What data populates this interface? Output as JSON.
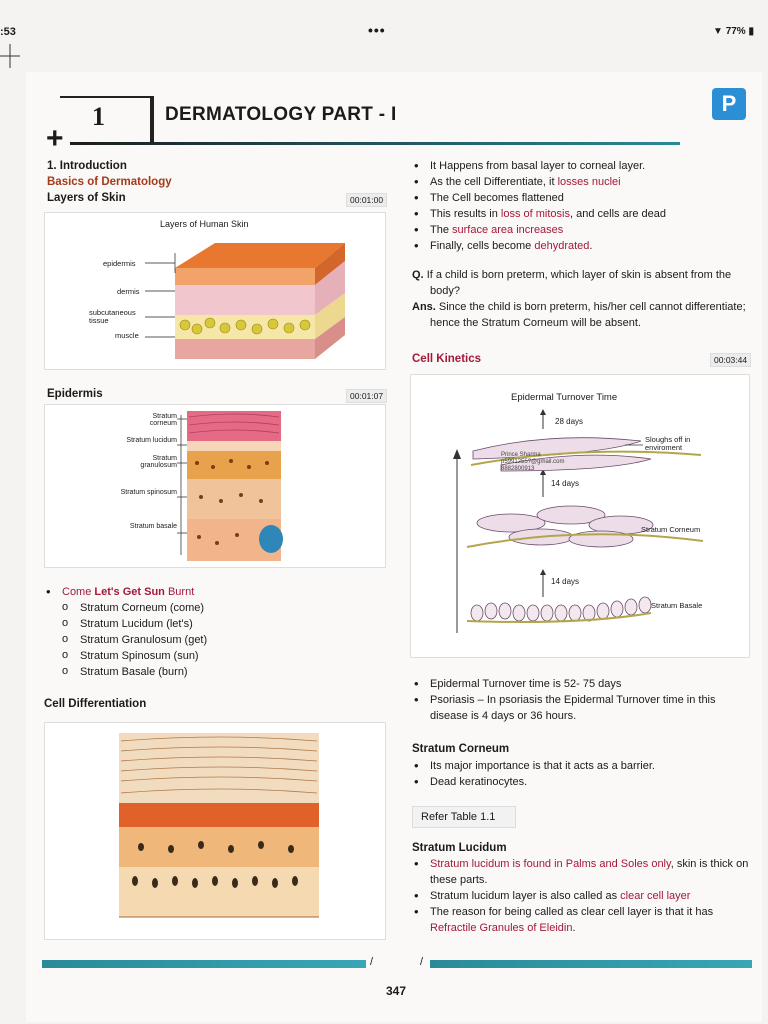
{
  "status": {
    "time": ":53",
    "dots": "•••",
    "battery": "77%"
  },
  "header": {
    "chapter_number": "1",
    "chapter_title": "DERMATOLOGY PART - I",
    "logo_letter": "P"
  },
  "left": {
    "intro": "1. Introduction",
    "basics": "Basics of Dermatology",
    "layers_title": "Layers of Skin",
    "layers_time": "00:01:00",
    "fig1": {
      "caption": "Layers of Human Skin",
      "labels": {
        "epidermis": "epidermis",
        "dermis": "dermis",
        "subcutaneous": "subcutaneous tissue",
        "muscle": "muscle"
      }
    },
    "epidermis_title": "Epidermis",
    "epidermis_time": "00:01:07",
    "fig2": {
      "labels": {
        "corneum": "Stratum corneum",
        "lucidum": "Stratum lucidum",
        "granulosum": "Stratum granulosum",
        "spinosum": "Stratum spinosum",
        "basale": "Stratum basale"
      }
    },
    "mnemonic": {
      "pre": "Come ",
      "let": "Let's ",
      "get": "Get ",
      "sun": "Sun ",
      "burnt": "Burnt"
    },
    "mnemonic_items": [
      "Stratum Corneum (come)",
      "Stratum Lucidum (let's)",
      "Stratum Granulosum (get)",
      "Stratum Spinosum (sun)",
      "Stratum Basale (burn)"
    ],
    "diff_title": "Cell Differentiation"
  },
  "right": {
    "b1": "It Happens from basal layer to corneal layer.",
    "b2_pre": "As the cell Differentiate, it ",
    "b2_red": "losses nuclei",
    "b3": "The Cell becomes flattened",
    "b4_pre": "This results in ",
    "b4_red": "loss of mitosis",
    "b4_post": ", and cells are dead",
    "b5_pre": "The ",
    "b5_red": "surface area increases",
    "b6_pre": "Finally, cells become ",
    "b6_red": "dehydrated",
    "b6_post": ".",
    "q_label": "Q.",
    "q_text": "If a child is born preterm, which layer of skin is absent from the body?",
    "a_label": "Ans.",
    "a_text": "Since the child is born preterm, his/her cell cannot differentiate; hence the Stratum Corneum will be absent.",
    "kinetics_title": "Cell Kinetics",
    "kinetics_time": "00:03:44",
    "fig3": {
      "title": "Epidermal Turnover Time",
      "d28": "28 days",
      "d14a": "14 days",
      "d14b": "14 days",
      "sloughs": "Sloughs off in enviroment",
      "corneum": "Stratum Corneum",
      "basale": "Stratum Basale",
      "wm1": "Prince Sharma",
      "wm2": "p5991255?@gmail.com",
      "wm3": "8882800913"
    },
    "t1": "Epidermal Turnover time is 52- 75 days",
    "t2": "Psoriasis – In psoriasis the Epidermal Turnover time in this disease is 4 days or 36 hours.",
    "sc_title": "Stratum Corneum",
    "sc1": "Its major importance is that it acts as a barrier.",
    "sc2": "Dead keratinocytes.",
    "refer": "Refer Table 1.1",
    "sl_title": "Stratum Lucidum",
    "sl1_red": "Stratum lucidum is found in Palms and Soles only",
    "sl1_post": ", skin is thick on these parts.",
    "sl2_pre": "Stratum lucidum layer is also called as ",
    "sl2_red": "clear cell layer",
    "sl3_pre": "The reason for being called as clear cell layer is that it has ",
    "sl3_red": "Refractile Granules of Eleidin",
    "sl3_post": "."
  },
  "footer": {
    "page": "347",
    "mark1": "/",
    "mark2": "/"
  },
  "colors": {
    "accent": "#a5183a",
    "teal": "#2b8a9a",
    "logo": "#2b8fd6"
  }
}
